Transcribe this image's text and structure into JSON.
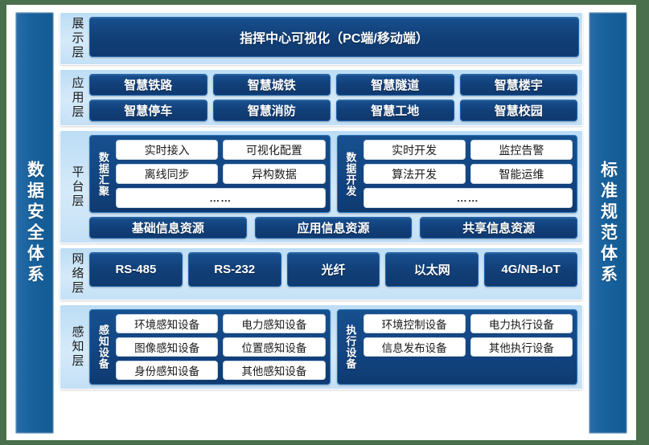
{
  "left_pillar": {
    "label": "数据安全体系"
  },
  "right_pillar": {
    "label": "标准规范体系"
  },
  "layers": {
    "display": {
      "label": "展示层",
      "title": "指挥中心可视化（PC端/移动端）"
    },
    "application": {
      "label": "应用层",
      "row1": [
        "智慧铁路",
        "智慧城铁",
        "智慧隧道",
        "智慧楼宇"
      ],
      "row2": [
        "智慧停车",
        "智慧消防",
        "智慧工地",
        "智慧校园"
      ]
    },
    "platform": {
      "label": "平台层",
      "group_aggregation": {
        "label": "数据汇聚",
        "row1": [
          "实时接入",
          "可视化配置"
        ],
        "row2": [
          "离线同步",
          "异构数据"
        ],
        "row3": "……"
      },
      "group_development": {
        "label": "数据开发",
        "row1": [
          "实时开发",
          "监控告警"
        ],
        "row2": [
          "算法开发",
          "智能运维"
        ],
        "row3": "……"
      },
      "resources": [
        "基础信息资源",
        "应用信息资源",
        "共享信息资源"
      ]
    },
    "network": {
      "label": "网络层",
      "items": [
        "RS-485",
        "RS-232",
        "光纤",
        "以太网",
        "4G/NB-IoT"
      ]
    },
    "perception": {
      "label": "感知层",
      "group_sensing": {
        "label": "感知设备",
        "row1": [
          "环境感知设备",
          "电力感知设备"
        ],
        "row2": [
          "图像感知设备",
          "位置感知设备"
        ],
        "row3": [
          "身份感知设备",
          "其他感知设备"
        ]
      },
      "group_actuating": {
        "label": "执行设备",
        "row1": [
          "环境控制设备",
          "电力执行设备"
        ],
        "row2": [
          "信息发布设备",
          "其他执行设备"
        ]
      }
    }
  },
  "colors": {
    "backdrop": "#4a6f4c",
    "chip_dark_blue": "#123f78",
    "pillar_blue": "#18639f",
    "layer_light_blue": "#c9e3f7",
    "white_box": "#ffffff"
  }
}
